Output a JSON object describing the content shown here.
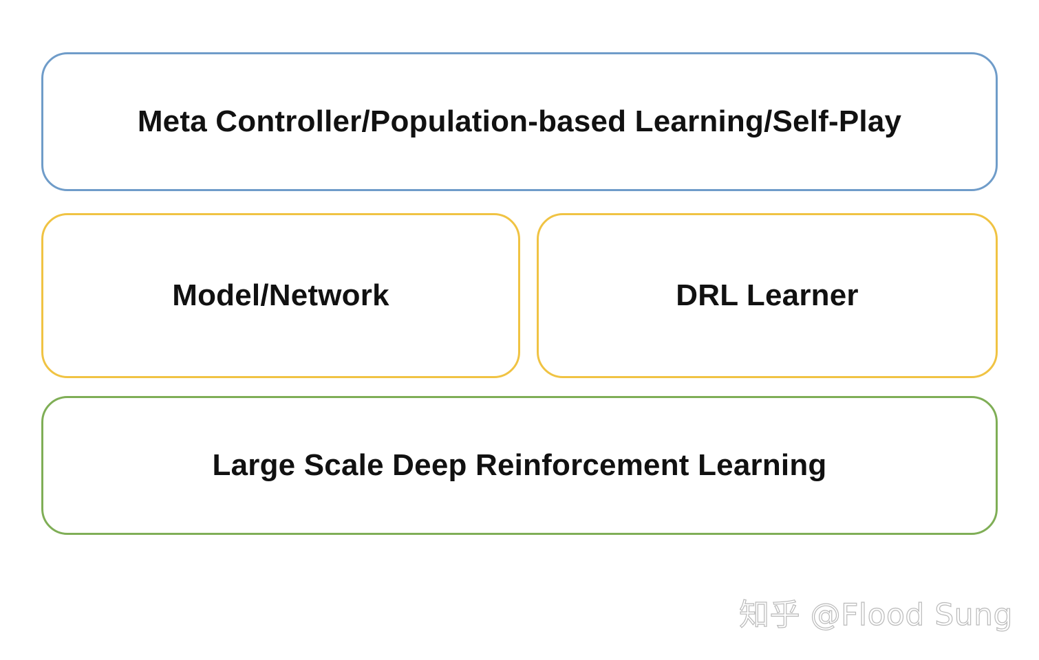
{
  "diagram": {
    "boxes": {
      "top": {
        "label": "Meta Controller/Population-based Learning/Self-Play",
        "border_color": "#6f9cc9"
      },
      "mid_left": {
        "label": "Model/Network",
        "border_color": "#f0c343"
      },
      "mid_right": {
        "label": "DRL Learner",
        "border_color": "#f0c343"
      },
      "bottom": {
        "label": "Large Scale Deep Reinforcement Learning",
        "border_color": "#7fae56"
      }
    }
  },
  "watermark": {
    "text": "知乎 @Flood Sung"
  }
}
